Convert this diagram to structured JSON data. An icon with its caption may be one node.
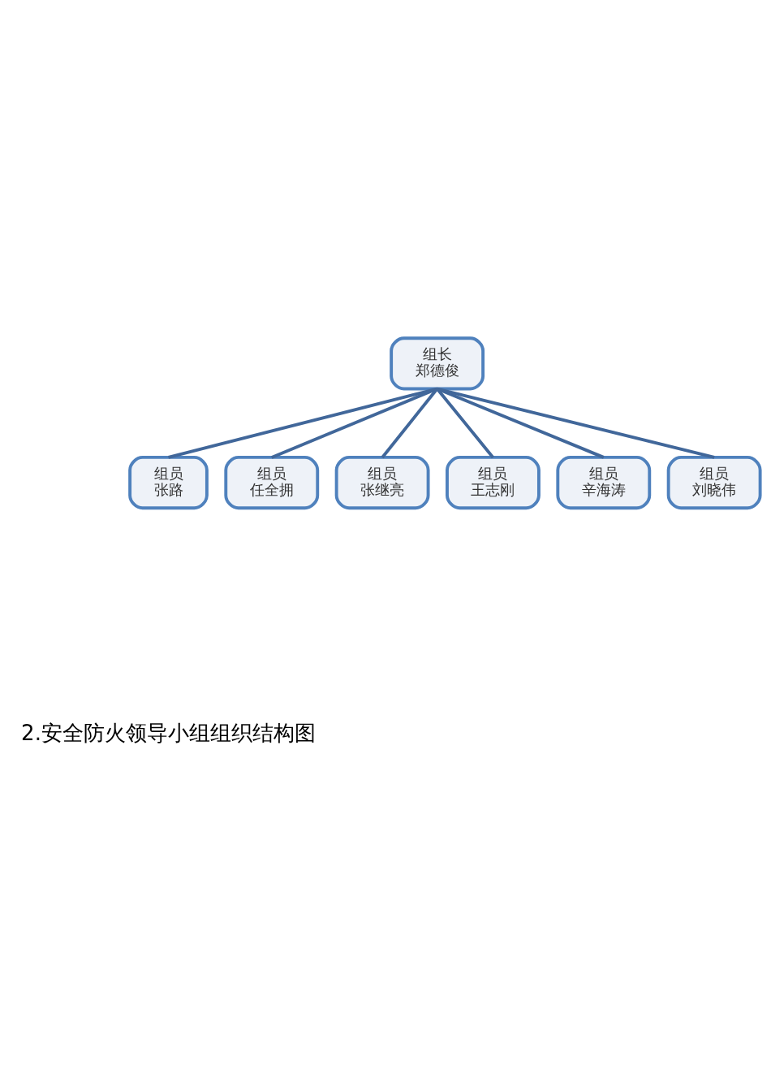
{
  "diagram": {
    "nodes": [
      {
        "text": [
          "组长",
          "郑德俊"
        ]
      },
      {
        "text": [
          "组员",
          "张路"
        ]
      },
      {
        "text": [
          "组员",
          "任全拥"
        ]
      },
      {
        "text": [
          "组员",
          "张继亮"
        ]
      },
      {
        "text": [
          "组员",
          "王志刚"
        ]
      },
      {
        "text": [
          "组员",
          "辛海涛"
        ]
      },
      {
        "text": [
          "组员",
          "刘晓伟"
        ]
      }
    ],
    "edges": [
      {
        "from": 0,
        "to": 1,
        "arrow": "none"
      },
      {
        "from": 0,
        "to": 2,
        "arrow": "none"
      },
      {
        "from": 0,
        "to": 3,
        "arrow": "none"
      },
      {
        "from": 0,
        "to": 4,
        "arrow": "none"
      },
      {
        "from": 0,
        "to": 5,
        "arrow": "none"
      },
      {
        "from": 0,
        "to": 6,
        "arrow": "none"
      }
    ],
    "labels": [
      "2.安全防火领导小组组织结构图"
    ]
  }
}
